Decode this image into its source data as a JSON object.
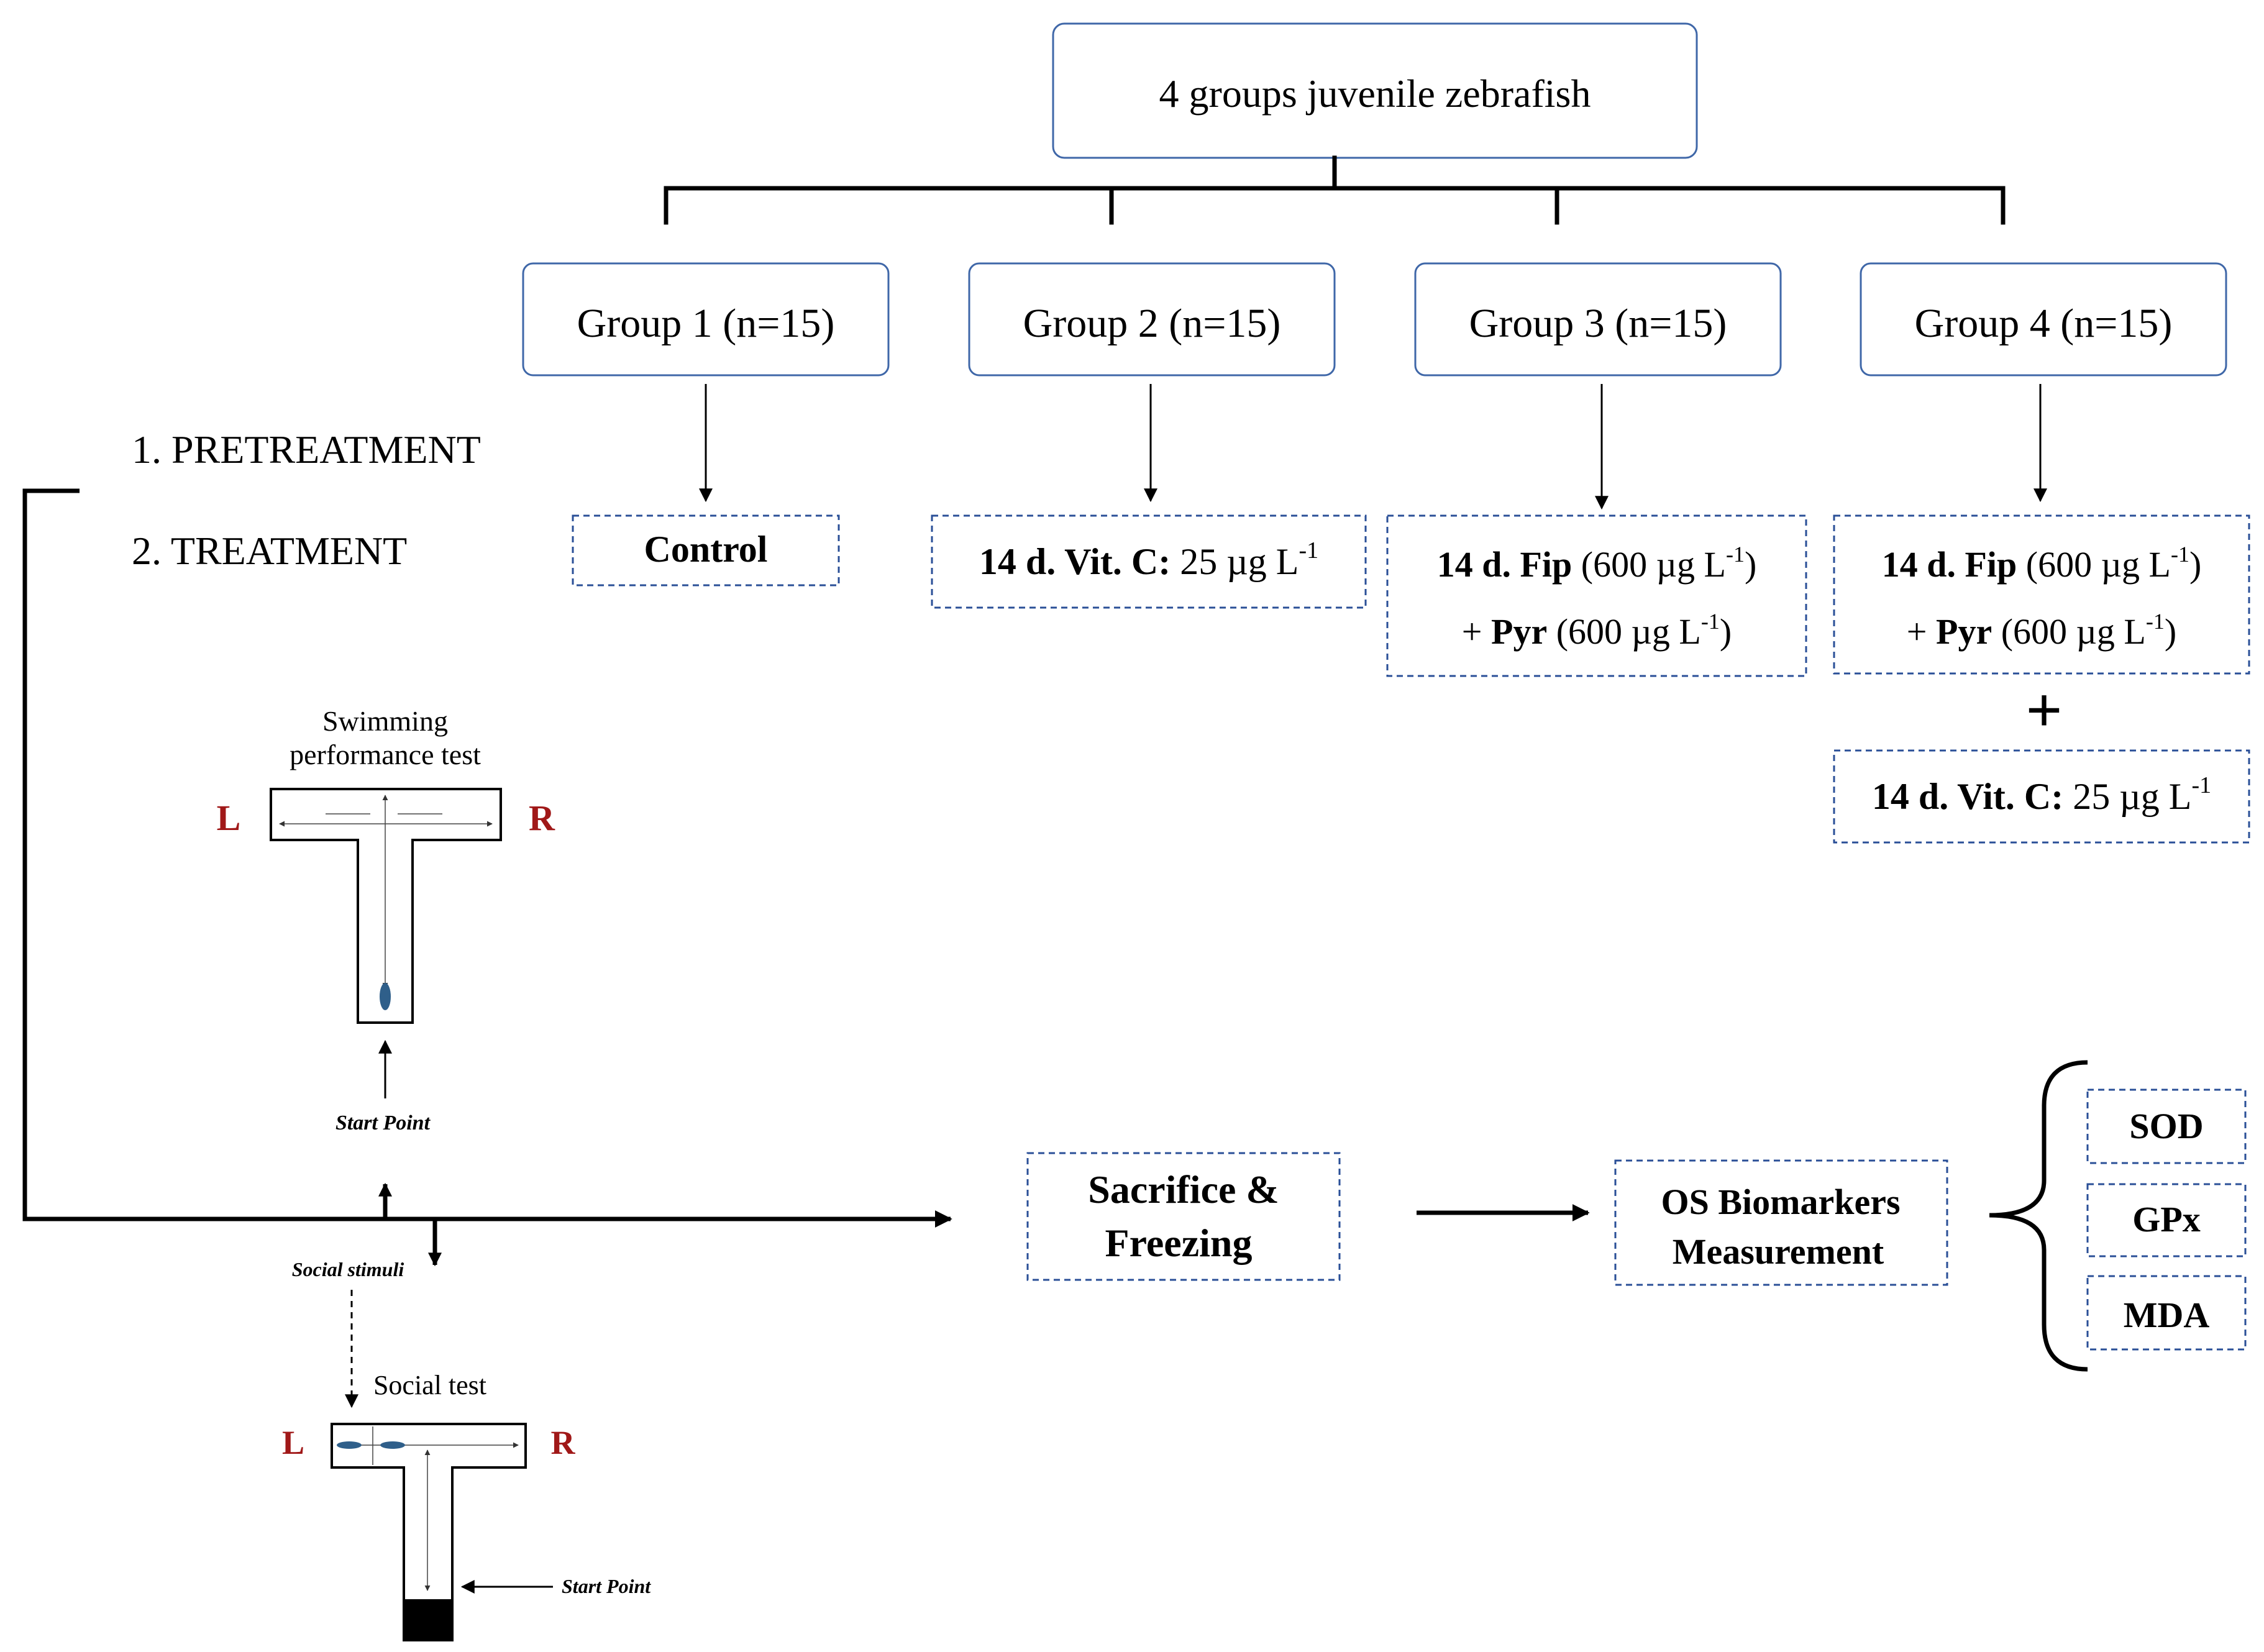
{
  "title": "4 groups juvenile zebrafish",
  "groups": [
    {
      "label": "Group 1 (n=15)"
    },
    {
      "label": "Group 2 (n=15)"
    },
    {
      "label": "Group 3 (n=15)"
    },
    {
      "label": "Group 4 (n=15)"
    }
  ],
  "phases": {
    "pretreatment": "1. PRETREATMENT",
    "treatment": "2. TREATMENT"
  },
  "treatments": {
    "g1": {
      "bold": "Control"
    },
    "g2": {
      "bold": "14 d. Vit. C:",
      "rest": " 25 µg L",
      "sup": "-1"
    },
    "g3": {
      "line1_bold": "14 d. Fip",
      "line1_rest": " (600 µg L",
      "line1_sup": "-1",
      "line1_end": ")",
      "line2_pre": "+ ",
      "line2_bold": "Pyr",
      "line2_rest": " (600 µg L",
      "line2_sup": "-1",
      "line2_end": ")"
    },
    "g4": {
      "line1_bold": "14 d. Fip",
      "line1_rest": " (600 µg L",
      "line1_sup": "-1",
      "line1_end": ")",
      "line2_pre": "+ ",
      "line2_bold": "Pyr",
      "line2_rest": " (600 µg L",
      "line2_sup": "-1",
      "line2_end": ")",
      "plus": "+",
      "extra_bold": "14 d. Vit. C:",
      "extra_rest": " 25 µg L",
      "extra_sup": "-1"
    }
  },
  "swim_test": {
    "title_line1": "Swimming",
    "title_line2": "performance test",
    "left": "L",
    "right": "R",
    "start": "Start Point"
  },
  "social_test": {
    "stimuli": "Social stimuli",
    "title": "Social test",
    "left": "L",
    "right": "R",
    "start": "Start Point"
  },
  "sacrifice": {
    "line1": "Sacrifice &",
    "line2": "Freezing"
  },
  "os": {
    "line1": "OS Biomarkers",
    "line2": "Measurement"
  },
  "biomarkers": [
    "SOD",
    "GPx",
    "MDA"
  ],
  "colors": {
    "box_border": "#3f67a8",
    "lr_label": "#a01818"
  }
}
